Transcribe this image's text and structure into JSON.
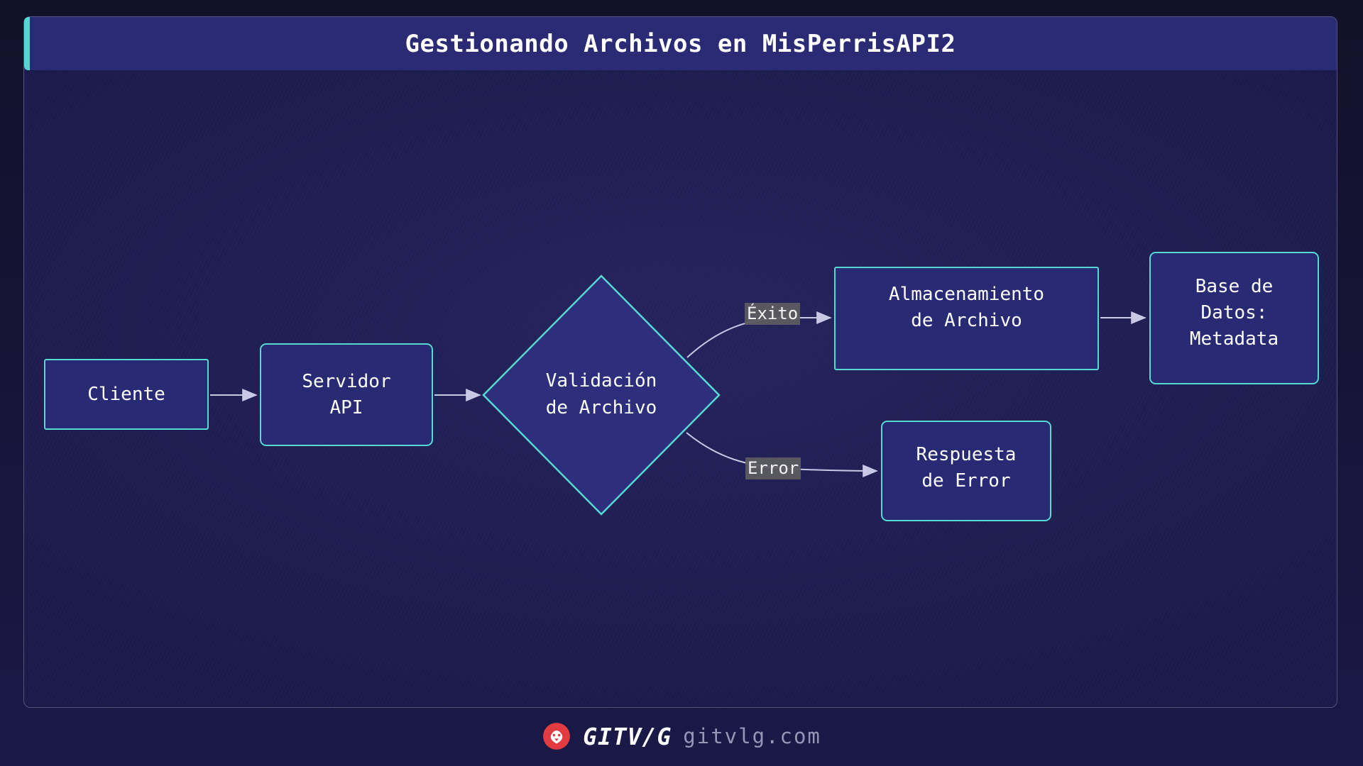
{
  "title": "Gestionando Archivos en MisPerrisAPI2",
  "nodes": {
    "cliente": {
      "line1": "Cliente"
    },
    "servidor": {
      "line1": "Servidor",
      "line2": "API"
    },
    "validacion": {
      "line1": "Validación",
      "line2": "de Archivo"
    },
    "almacenamiento": {
      "line1": "Almacenamiento",
      "line2": "de Archivo"
    },
    "base_datos": {
      "line1": "Base de",
      "line2": "Datos:",
      "line3": "Metadata"
    },
    "respuesta": {
      "line1": "Respuesta",
      "line2": "de Error"
    }
  },
  "edge_labels": {
    "exito": "Éxito",
    "error": "Error"
  },
  "edges": [
    {
      "from": "cliente",
      "to": "servidor",
      "label": ""
    },
    {
      "from": "servidor",
      "to": "validacion",
      "label": ""
    },
    {
      "from": "validacion",
      "to": "almacenamiento",
      "label": "Éxito"
    },
    {
      "from": "validacion",
      "to": "respuesta",
      "label": "Error"
    },
    {
      "from": "almacenamiento",
      "to": "base_datos",
      "label": ""
    }
  ],
  "footer": {
    "brand": "GITV/G",
    "url": "gitvlg.com"
  },
  "colors": {
    "panel_background": "#1f1e52",
    "titlebar_background": "#2b2a74",
    "titlebar_accent": "#4fd8d4",
    "node_fill": "#282a73",
    "node_border": "#57d8d3",
    "edge_stroke": "#c9c9e6",
    "edge_label_background": "#5c5c61",
    "lion_badge_red": "#e23b41",
    "url_text": "#9595b8"
  }
}
